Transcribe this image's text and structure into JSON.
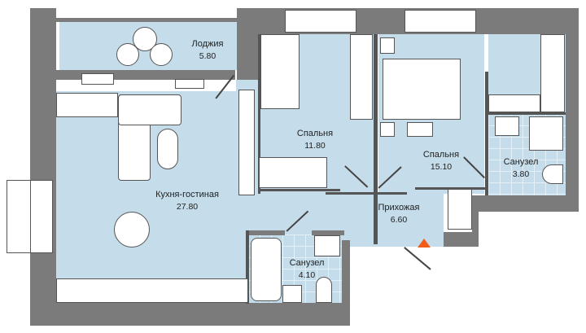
{
  "plan": {
    "rooms": [
      {
        "id": "loggia",
        "name": "Лоджия",
        "area": "5.80"
      },
      {
        "id": "bedroom-small",
        "name": "Спальня",
        "area": "11.80"
      },
      {
        "id": "bedroom-large",
        "name": "Спальня",
        "area": "15.10"
      },
      {
        "id": "bathroom-right",
        "name": "Санузел",
        "area": "3.80"
      },
      {
        "id": "kitchen-living",
        "name": "Кухня-гостиная",
        "area": "27.80"
      },
      {
        "id": "hallway",
        "name": "Прихожая",
        "area": "6.60"
      },
      {
        "id": "bathroom-bottom",
        "name": "Санузел",
        "area": "4.10"
      }
    ],
    "entrance_marker_color": "#f25c19",
    "wall_color": "#7b7b7b",
    "floor_color": "#c5dcea"
  }
}
